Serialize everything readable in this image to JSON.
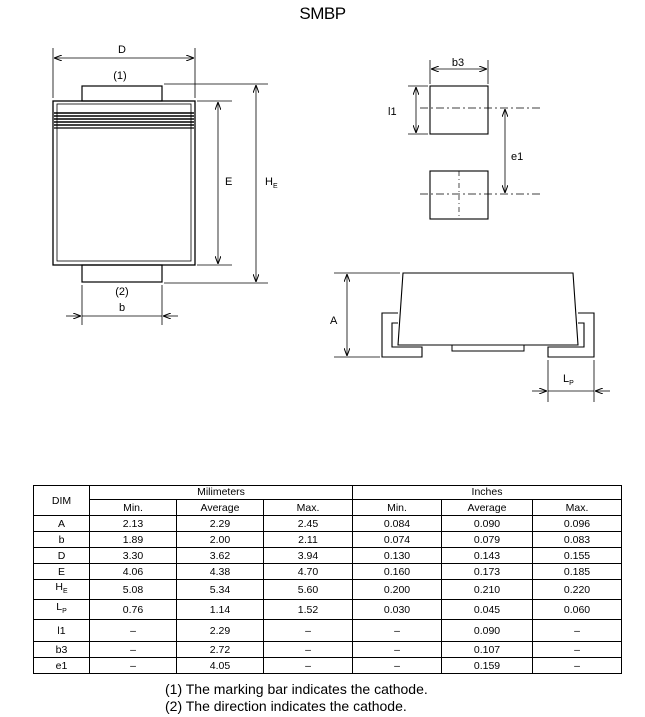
{
  "title": "SMBP",
  "drawing": {
    "labels": {
      "D": "D",
      "marker1": "(1)",
      "marker2": "(2)",
      "b": "b",
      "E": "E",
      "HE_main": "H",
      "HE_sub": "E",
      "l1": "l1",
      "b3": "b3",
      "e1": "e1",
      "A": "A",
      "Lp_main": "L",
      "Lp_sub": "P"
    }
  },
  "table": {
    "dim_header": "DIM",
    "group_mm": "Milimeters",
    "group_in": "Inches",
    "sub_headers": [
      "Min.",
      "Average",
      "Max.",
      "Min.",
      "Average",
      "Max."
    ],
    "rows": [
      {
        "dim": "A",
        "sub": "",
        "v": [
          "2.13",
          "2.29",
          "2.45",
          "0.084",
          "0.090",
          "0.096"
        ]
      },
      {
        "dim": "b",
        "sub": "",
        "v": [
          "1.89",
          "2.00",
          "2.11",
          "0.074",
          "0.079",
          "0.083"
        ]
      },
      {
        "dim": "D",
        "sub": "",
        "v": [
          "3.30",
          "3.62",
          "3.94",
          "0.130",
          "0.143",
          "0.155"
        ]
      },
      {
        "dim": "E",
        "sub": "",
        "v": [
          "4.06",
          "4.38",
          "4.70",
          "0.160",
          "0.173",
          "0.185"
        ]
      },
      {
        "dim": "H",
        "sub": "E",
        "v": [
          "5.08",
          "5.34",
          "5.60",
          "0.200",
          "0.210",
          "0.220"
        ]
      },
      {
        "dim": "L",
        "sub": "P",
        "v": [
          "0.76",
          "1.14",
          "1.52",
          "0.030",
          "0.045",
          "0.060"
        ]
      },
      {
        "dim": "l1",
        "sub": "",
        "v": [
          "–",
          "2.29",
          "–",
          "–",
          "0.090",
          "–"
        ]
      },
      {
        "dim": "b3",
        "sub": "",
        "v": [
          "–",
          "2.72",
          "–",
          "–",
          "0.107",
          "–"
        ]
      },
      {
        "dim": "e1",
        "sub": "",
        "v": [
          "–",
          "4.05",
          "–",
          "–",
          "0.159",
          "–"
        ]
      }
    ]
  },
  "notes": [
    "(1) The marking bar indicates the cathode.",
    "(2) The direction indicates the cathode."
  ]
}
